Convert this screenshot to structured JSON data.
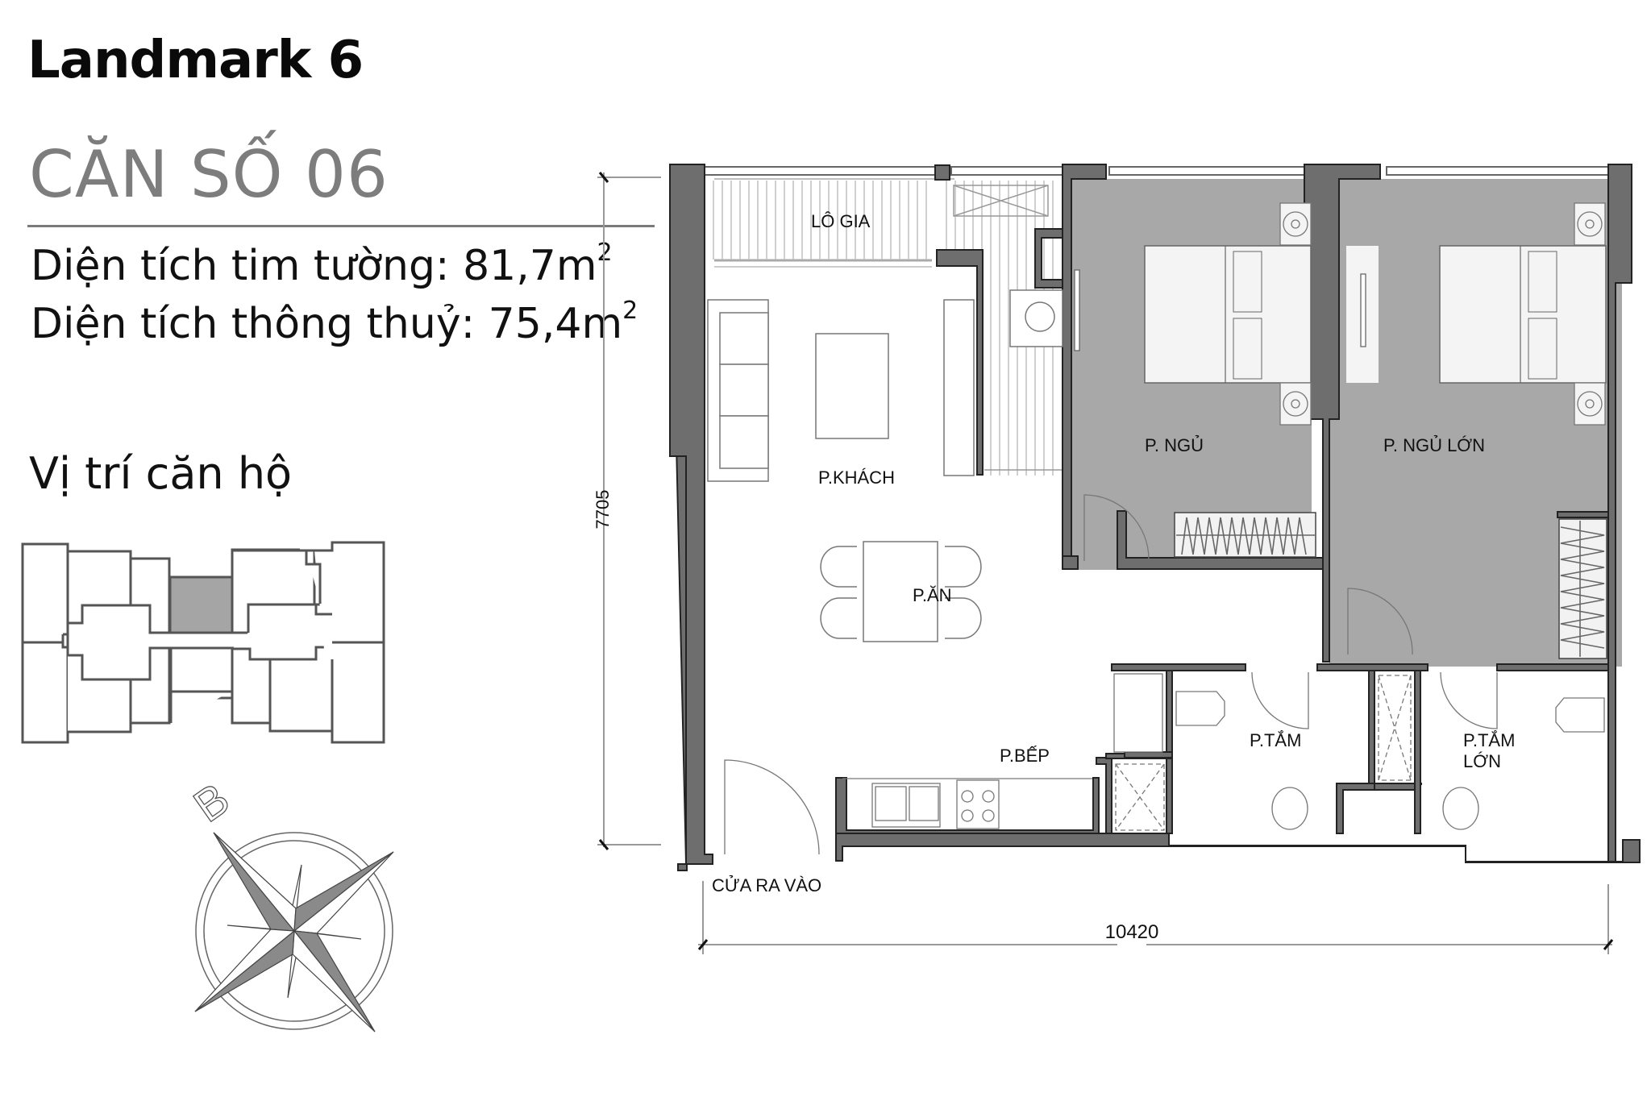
{
  "header": {
    "building_name": "Landmark 6",
    "unit_title": "CĂN SỐ 06"
  },
  "areas": {
    "wall_center_label": "Diện tích tim tường: ",
    "wall_center_value": "81,7m",
    "wall_center_sup": "2",
    "clear_label": "Diện tích thông thuỷ: ",
    "clear_value": "75,4m",
    "clear_sup": "2"
  },
  "location": {
    "heading": "Vị trí căn hộ",
    "highlight_color": "#a5a5a5"
  },
  "compass": {
    "north_letter": "B"
  },
  "floor_plan": {
    "rooms": {
      "loggia": "LÔ GIA",
      "living": "P.KHÁCH",
      "dining": "P.ĂN",
      "kitchen": "P.BẾP",
      "bedroom": "P. NGỦ",
      "master_bedroom": "P. NGỦ LỚN",
      "bathroom": "P.TẮM",
      "master_bathroom_line1": "P.TẮM",
      "master_bathroom_line2": "LỚN",
      "entrance": "CỬA RA VÀO"
    },
    "dimensions": {
      "height": "7705",
      "width": "10420"
    },
    "colors": {
      "wall": "#6e6e6e",
      "bedroom_fill": "#a8a8a8",
      "line": "#555555"
    }
  }
}
